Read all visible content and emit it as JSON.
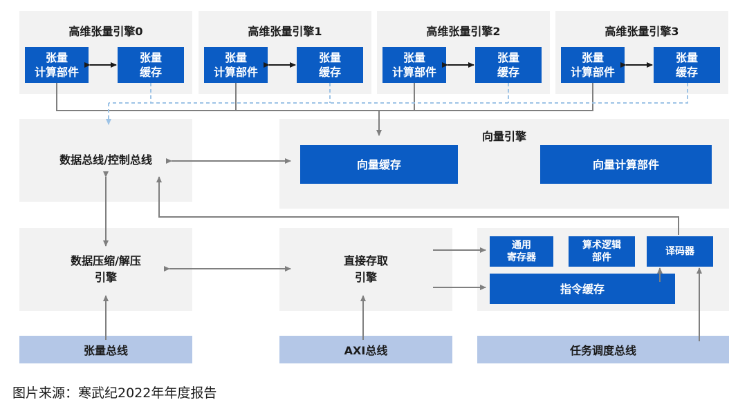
{
  "tensor_engines": [
    {
      "title": "高维张量引擎0",
      "compute": "张量\n计算部件",
      "cache": "张量\n缓存"
    },
    {
      "title": "高维张量引擎1",
      "compute": "张量\n计算部件",
      "cache": "张量\n缓存"
    },
    {
      "title": "高维张量引擎2",
      "compute": "张量\n计算部件",
      "cache": "张量\n缓存"
    },
    {
      "title": "高维张量引擎3",
      "compute": "张量\n计算部件",
      "cache": "张量\n缓存"
    }
  ],
  "data_bus": {
    "label": "数据总线/控制总线"
  },
  "vector_engine": {
    "title": "向量引擎",
    "cache": "向量缓存",
    "compute": "向量计算部件"
  },
  "compression_engine": {
    "label": "数据压缩/解压\n引擎"
  },
  "dma": {
    "label": "直接存取\n引擎"
  },
  "control": {
    "registers": "通用\n寄存器",
    "alu": "算术逻辑\n部件",
    "decoder": "译码器",
    "instruction_cache": "指令缓存"
  },
  "buses": {
    "tensor": "张量总线",
    "axi": "AXI总线",
    "task": "任务调度总线"
  },
  "caption": "图片来源：寒武纪2022年年度报告",
  "colors": {
    "block_blue": "#0b5cc4",
    "panel_gray": "#f2f2f2",
    "bus_blue": "#b4c7e7",
    "wire": "#7f7f7f",
    "dashed_wire": "#9dc3e6"
  }
}
